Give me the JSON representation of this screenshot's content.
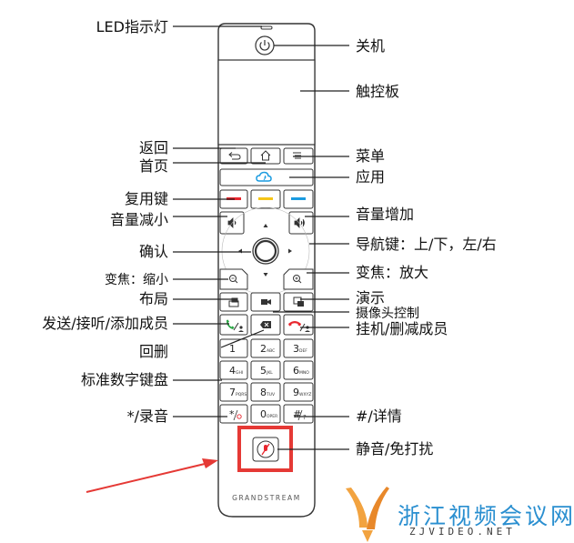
{
  "labels": {
    "led": "LED指示灯",
    "power": "关机",
    "touchpad": "触控板",
    "back": "返回",
    "home": "首页",
    "menu": "菜单",
    "apps": "应用",
    "multi": "复用键",
    "vol_down": "音量减小",
    "vol_up": "音量增加",
    "ok": "确认",
    "nav": "导航键：上/下，左/右",
    "zoom_out": "变焦：缩小",
    "zoom_in": "变焦：放大",
    "layout": "布局",
    "present": "演示",
    "camera": "摄像头控制",
    "send": "发送/接听/添加成员",
    "hangup": "挂机/删减成员",
    "delete": "回删",
    "keypad": "标准数字键盘",
    "star": "*/录音",
    "hash": "#/详情",
    "mute": "静音/免打扰"
  },
  "keys": [
    {
      "digit": "1",
      "letters": ""
    },
    {
      "digit": "2",
      "letters": "ABC"
    },
    {
      "digit": "3",
      "letters": "DEF"
    },
    {
      "digit": "4",
      "letters": "GHI"
    },
    {
      "digit": "5",
      "letters": "JKL"
    },
    {
      "digit": "6",
      "letters": "MNO"
    },
    {
      "digit": "7",
      "letters": "PQRS"
    },
    {
      "digit": "8",
      "letters": "TUV"
    },
    {
      "digit": "9",
      "letters": "WXYZ"
    },
    {
      "digit": "*",
      "letters": ""
    },
    {
      "digit": "0",
      "letters": "OPER"
    },
    {
      "digit": "#",
      "letters": ""
    }
  ],
  "brand": "GRANDSTREAM",
  "watermark": {
    "cn": "浙江视频会议网",
    "en": "ZJVIDEO.NET"
  },
  "colors": {
    "red": "#e8262e",
    "yellow": "#f5c518",
    "blue": "#1a9be0",
    "outline": "#333333",
    "highlight": "#e53935"
  },
  "icons": [
    "power-icon",
    "back-icon",
    "home-icon",
    "menu-icon",
    "cloud-icon",
    "volume-down-icon",
    "volume-up-icon",
    "zoom-out-icon",
    "zoom-in-icon",
    "layout-icon",
    "present-icon",
    "camera-icon",
    "call-icon",
    "hangup-icon",
    "backspace-icon",
    "mute-icon"
  ]
}
